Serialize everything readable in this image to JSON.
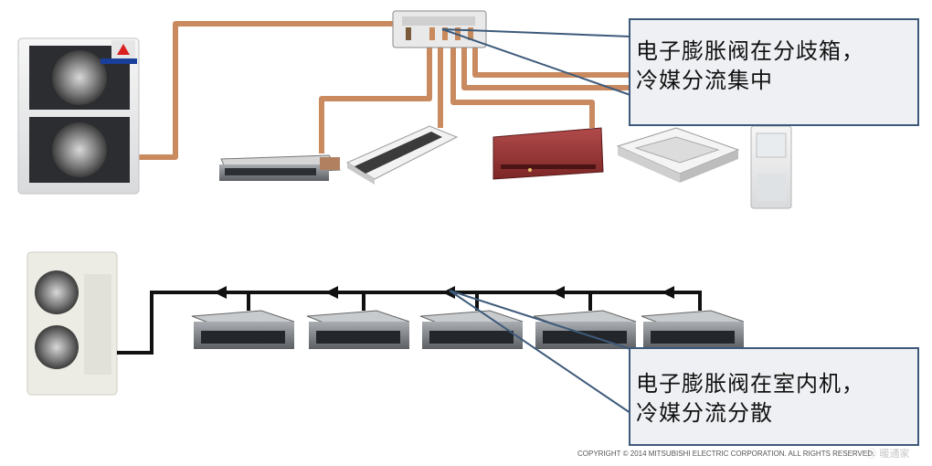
{
  "callouts": {
    "top": {
      "line1": "电子膨胀阀在分歧箱，",
      "line2": "冷媒分流集中"
    },
    "bottom": {
      "line1": "电子膨胀阀在室内机，",
      "line2": "冷媒分流分散"
    }
  },
  "copyright": "COPYRIGHT © 2014 MITSUBISHI ELECTRIC CORPORATION. ALL RIGHTS RESERVED.",
  "watermark": "ⓜ 暖通家",
  "colors": {
    "copper_pipe": "#c98a60",
    "black_pipe": "#111111",
    "callout_border": "#3d5a7a",
    "callout_fill": "#eef0f3",
    "aircon_red": "#9b3a3a"
  },
  "icons": {
    "outdoor_unit_top": "outdoor-unit-icon",
    "branch_box": "branch-box-icon",
    "indoor_units_top": [
      "ducted-unit-icon",
      "one-way-cassette-icon",
      "wall-mounted-unit-icon",
      "four-way-cassette-icon",
      "floor-standing-unit-icon"
    ],
    "outdoor_unit_bottom": "outdoor-unit-icon",
    "indoor_units_bottom": [
      "ducted-unit-icon",
      "ducted-unit-icon",
      "ducted-unit-icon",
      "ducted-unit-icon",
      "ducted-unit-icon"
    ]
  }
}
